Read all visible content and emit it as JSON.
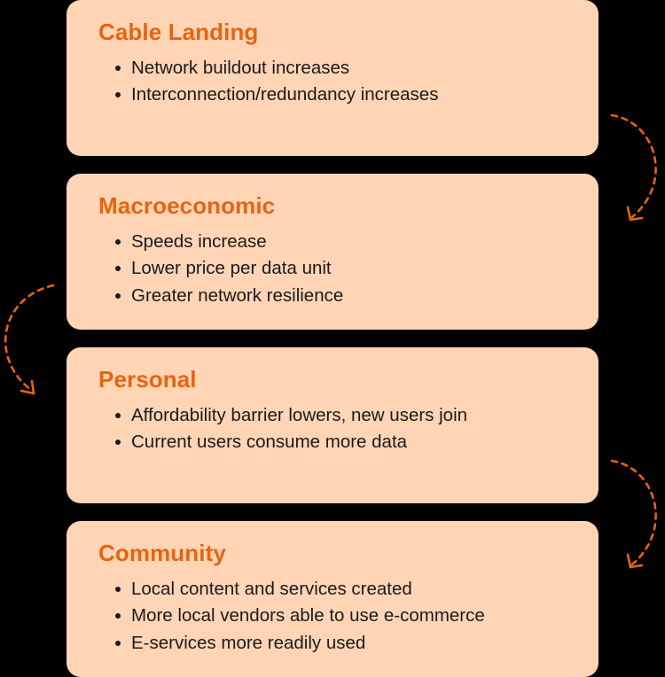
{
  "cards": [
    {
      "title": "Cable Landing",
      "items": [
        "Network buildout increases",
        "Interconnection/redundancy increases"
      ]
    },
    {
      "title": "Macroeconomic",
      "items": [
        "Speeds increase",
        "Lower price per data unit",
        "Greater network resilience"
      ]
    },
    {
      "title": "Personal",
      "items": [
        "Affordability barrier lowers, new users join",
        "Current users consume more data"
      ]
    },
    {
      "title": "Community",
      "items": [
        "Local content and services created",
        "More local vendors able to use e-commerce",
        "E-services more readily used"
      ]
    }
  ],
  "colors": {
    "background": "#000000",
    "card_fill": "#ffd5b5",
    "title": "#e8640f",
    "body_text": "#1a1a1a",
    "arrow": "#e8640f"
  },
  "arrow_style": "dashed-curved"
}
